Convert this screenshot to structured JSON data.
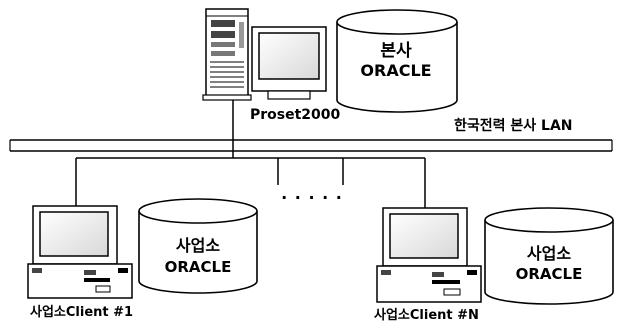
{
  "server": {
    "label": "Proset2000",
    "database": {
      "line1": "본사",
      "line2": "ORACLE"
    }
  },
  "network": {
    "label": "한국전력 본사 LAN",
    "ellipsis": "· · · · ·"
  },
  "clients": [
    {
      "label": "사업소Client #1",
      "database": {
        "line1": "사업소",
        "line2": "ORACLE"
      }
    },
    {
      "label": "사업소Client #N",
      "database": {
        "line1": "사업소",
        "line2": "ORACLE"
      }
    }
  ]
}
